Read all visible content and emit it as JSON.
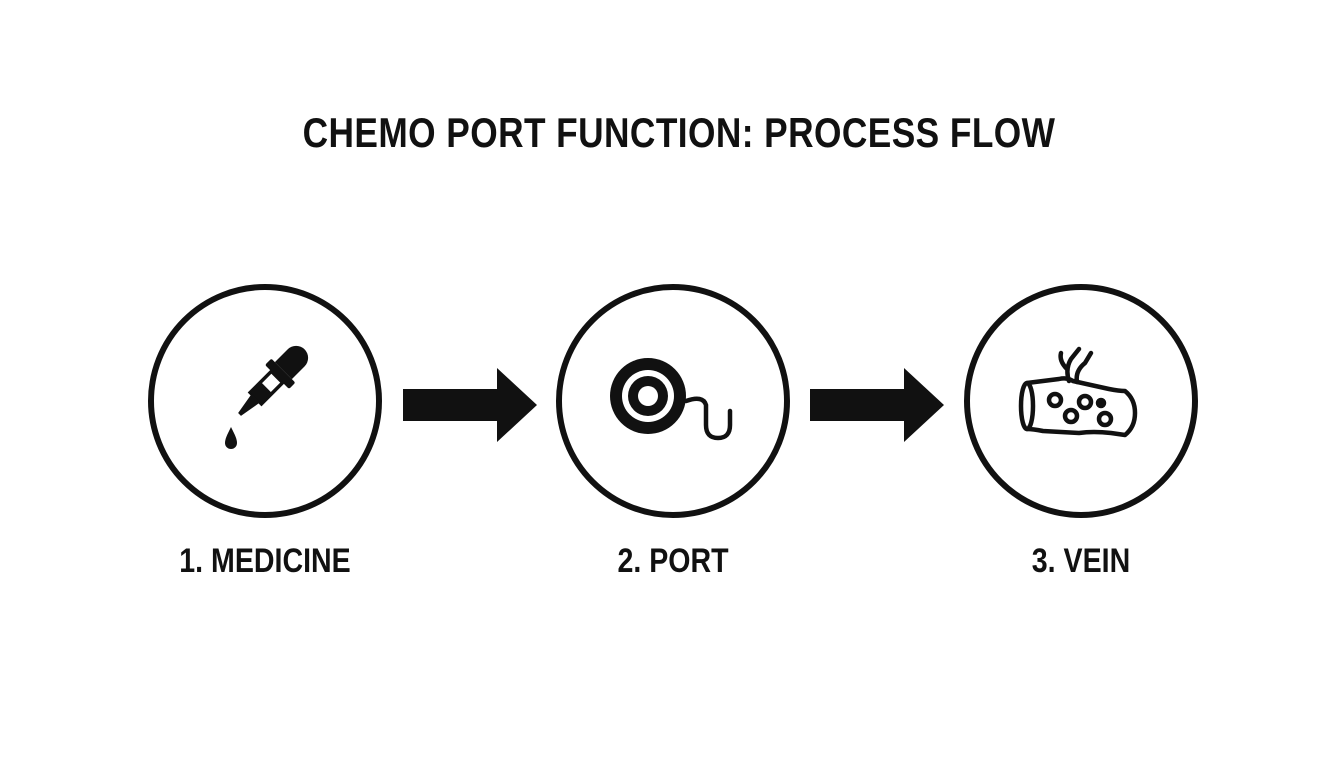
{
  "title": "CHEMO PORT FUNCTION: PROCESS FLOW",
  "steps": [
    {
      "label": "1. MEDICINE",
      "icon": "medicine-dropper-icon"
    },
    {
      "label": "2. PORT",
      "icon": "port-icon"
    },
    {
      "label": "3. VEIN",
      "icon": "vein-icon"
    }
  ],
  "colors": {
    "ink": "#111111",
    "background": "#ffffff"
  }
}
